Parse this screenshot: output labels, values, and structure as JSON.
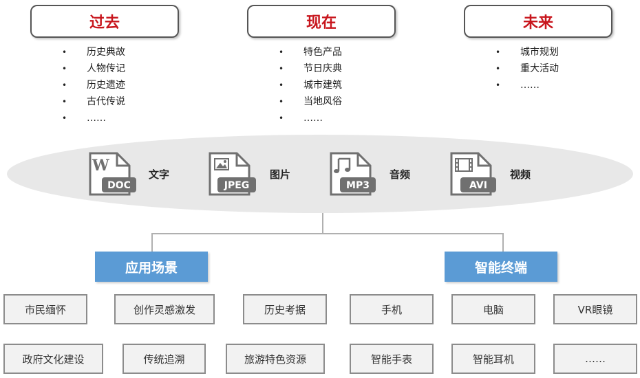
{
  "eras": [
    {
      "title": "过去",
      "items": [
        "历史典故",
        "人物传记",
        "历史遗迹",
        "古代传说",
        "……"
      ]
    },
    {
      "title": "现在",
      "items": [
        "特色产品",
        "节日庆典",
        "城市建筑",
        "当地风俗",
        "……"
      ]
    },
    {
      "title": "未来",
      "items": [
        "城市规划",
        "重大活动",
        "……"
      ]
    }
  ],
  "media": [
    {
      "badge": "DOC",
      "label": "文字",
      "icon": "word-document-icon"
    },
    {
      "badge": "JPEG",
      "label": "图片",
      "icon": "image-file-icon"
    },
    {
      "badge": "MP3",
      "label": "音频",
      "icon": "audio-file-icon"
    },
    {
      "badge": "AVI",
      "label": "视频",
      "icon": "video-file-icon"
    }
  ],
  "categories": [
    "应用场景",
    "智能终端"
  ],
  "scenes_row1": [
    "市民缅怀",
    "创作灵感激发",
    "历史考据"
  ],
  "scenes_row2": [
    "政府文化建设",
    "传统追溯",
    "旅游特色资源"
  ],
  "terminals_row1": [
    "手机",
    "电脑",
    "VR眼镜"
  ],
  "terminals_row2": [
    "智能手表",
    "智能耳机",
    "……"
  ],
  "colors": {
    "era_title": "#c8161d",
    "category": "#5b9bd5",
    "ellipse": "#e8e8e8",
    "icon": "#707070"
  }
}
